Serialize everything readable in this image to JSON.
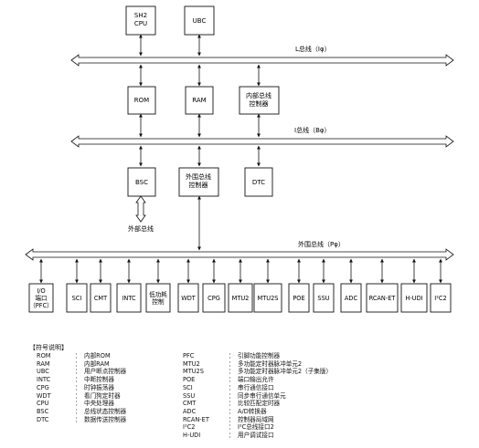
{
  "blocks": {
    "sh2_cpu": "SH2\nCPU",
    "ubc": "UBC",
    "rom": "ROM",
    "ram": "RAM",
    "internal_bus_ctrl": "内部总线\n控制器",
    "bsc": "BSC",
    "peripheral_bus_ctrl": "外围总线\n控制器",
    "dtc": "DTC"
  },
  "buses": {
    "l_bus": "L总线（Iφ）",
    "i_bus": "I总线（Bφ）",
    "peripheral_bus": "外围总线（Pφ）",
    "external_bus": "外部总线"
  },
  "peripherals": [
    "I/O\n端口\n（PFC）",
    "SCI",
    "CMT",
    "INTC",
    "低功耗\n控制",
    "WDT",
    "CPG",
    "MTU2",
    "MTU2S",
    "POE",
    "SSU",
    "ADC",
    "RCAN-ET",
    "H-UDI",
    "I²C2"
  ],
  "legend": {
    "title": "【符号说明】",
    "separator": "：",
    "left": [
      {
        "abbr": "ROM",
        "desc": "内部ROM"
      },
      {
        "abbr": "RAM",
        "desc": "内部RAM"
      },
      {
        "abbr": "UBC",
        "desc": "用户断点控制器"
      },
      {
        "abbr": "INTC",
        "desc": "中断控制器"
      },
      {
        "abbr": "CPG",
        "desc": "时钟振荡器"
      },
      {
        "abbr": "WDT",
        "desc": "看门狗定时器"
      },
      {
        "abbr": "CPU",
        "desc": "中央处理器"
      },
      {
        "abbr": "BSC",
        "desc": "总线状态控制器"
      },
      {
        "abbr": "DTC",
        "desc": "数据传送控制器"
      }
    ],
    "right": [
      {
        "abbr": "PFC",
        "desc": "引脚功能控制器"
      },
      {
        "abbr": "MTU2",
        "desc": "多功能定时器脉冲单元2"
      },
      {
        "abbr": "MTU2S",
        "desc": "多功能定时器脉冲单元2（子集版）"
      },
      {
        "abbr": "POE",
        "desc": "端口输出允许"
      },
      {
        "abbr": "SCI",
        "desc": "串行通信接口"
      },
      {
        "abbr": "SSU",
        "desc": "同步串行通信单元"
      },
      {
        "abbr": "CMT",
        "desc": "比较匹配定时器"
      },
      {
        "abbr": "ADC",
        "desc": "A/D转换器"
      },
      {
        "abbr": "RCAN-ET",
        "desc": "控制器局域网"
      },
      {
        "abbr": "I²C2",
        "desc": "I²C总线接口2"
      },
      {
        "abbr": "H-UDI",
        "desc": "用户调试接口"
      }
    ]
  }
}
